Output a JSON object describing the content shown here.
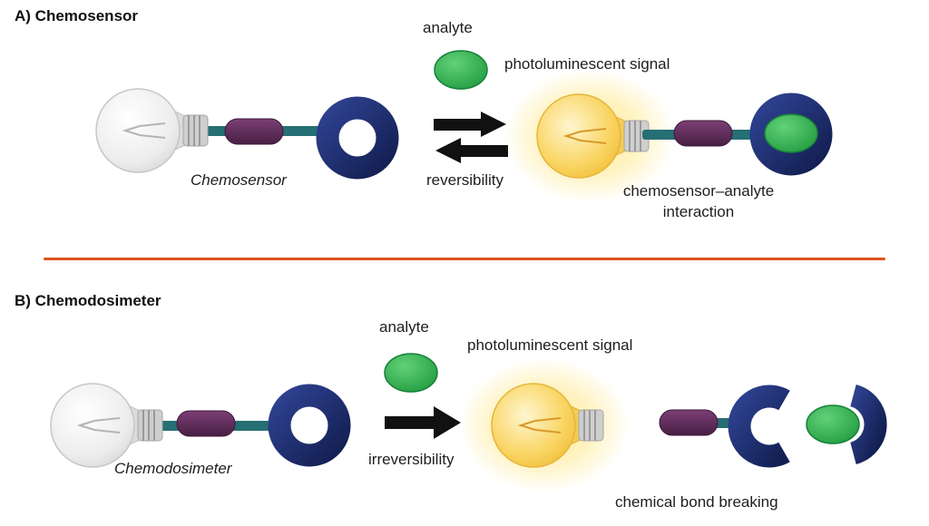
{
  "panel_a": {
    "heading": "A) Chemosensor",
    "analyte_label": "analyte",
    "signal_label": "photoluminescent signal",
    "reactant_label": "Chemosensor",
    "arrow_label": "reversibility",
    "product_label": "chemosensor–analyte\ninteraction"
  },
  "panel_b": {
    "heading": "B) Chemodosimeter",
    "analyte_label": "analyte",
    "signal_label": "photoluminescent signal",
    "reactant_label": "Chemodosimeter",
    "arrow_label": "irreversibility",
    "product_label": "chemical bond breaking"
  },
  "colors": {
    "navy": "#1c2c6e",
    "purple": "#5f2a5c",
    "teal": "#266f74",
    "green": "#2bab47",
    "glow_yellow": "#f7c843",
    "bulb_grey": "#e9e9e9",
    "divider_orange": "#e0521c",
    "arrow_black": "#111111",
    "text": "#1e1e1e"
  }
}
